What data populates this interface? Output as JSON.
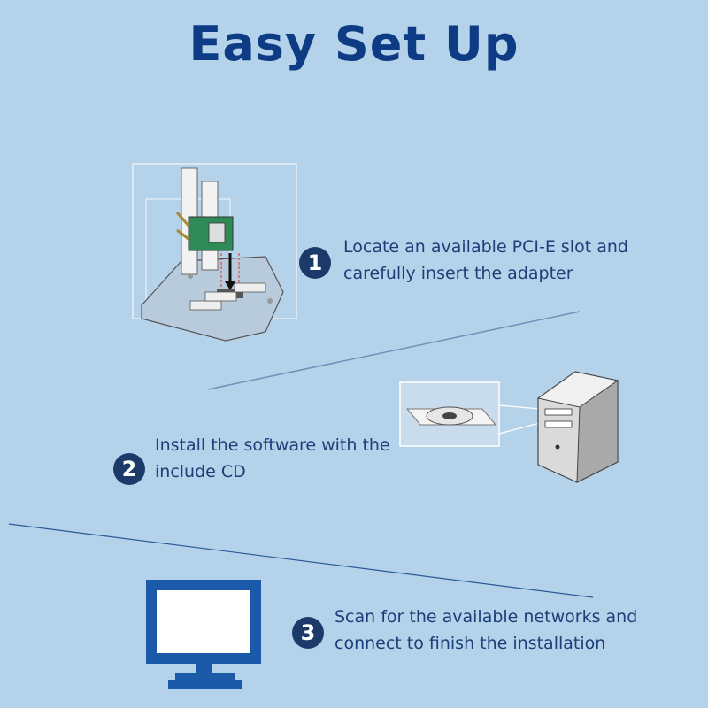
{
  "title": "Easy Set Up",
  "steps": [
    {
      "number": "1",
      "line1": "Locate an available PCI-E slot and",
      "line2": "carefully insert the adapter",
      "icon": "pcie-adapter-install-icon"
    },
    {
      "number": "2",
      "line1": "Install the software with the",
      "line2": "include CD",
      "icon": "cd-drive-computer-icon"
    },
    {
      "number": "3",
      "line1": "Scan for the available networks and",
      "line2": "connect to finish the installation",
      "icon": "monitor-icon"
    }
  ],
  "colors": {
    "background": "#b4d2ea",
    "title": "#0e3c84",
    "badge": "#1b3a6a",
    "text": "#1c3f78",
    "monitor": "#1a5aa8",
    "card": "#2e8b57"
  }
}
